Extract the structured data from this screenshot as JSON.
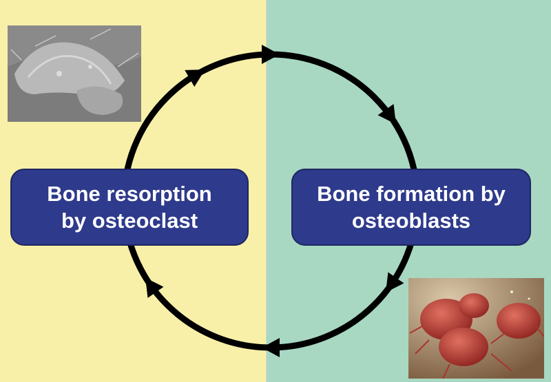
{
  "stages": {
    "resorption": {
      "line1": "Bone resorption",
      "line2": "by osteoclast"
    },
    "formation": {
      "line1": "Bone formation by",
      "line2": "osteoblasts"
    }
  },
  "colors": {
    "left_panel": "#F8F0A8",
    "right_panel": "#A8D8C2",
    "box_fill": "#2E3A8C",
    "box_text": "#FFFFFF",
    "cycle_arrow": "#000000"
  },
  "cycle": {
    "direction": "clockwise",
    "arrowheads": 6
  },
  "images": {
    "osteoclast_micrograph": "grayscale electron micrograph of an osteoclast",
    "osteoblast_render": "3D render of red osteoblast cells"
  }
}
